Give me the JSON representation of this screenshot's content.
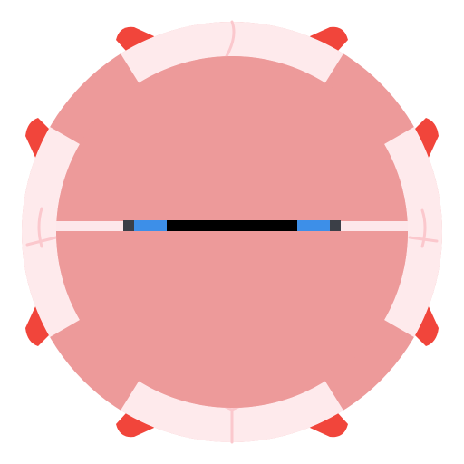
{
  "graphic": {
    "subject": "capsule-pod-top-view",
    "colors": {
      "background": "#ffffff",
      "disc": "#ed9a9a",
      "rim": "#feeaec",
      "rim_seam": "#fbc8cd",
      "rim_edge": "#f5c6cb",
      "corner_tab": "#f1453b",
      "seam_line": "#fde7ea",
      "slot": "#000000",
      "slot_light": "#3d8fe8",
      "slot_cap": "#3b3f47"
    },
    "rim_segment_count": 6,
    "corner_tab_count": 8
  }
}
